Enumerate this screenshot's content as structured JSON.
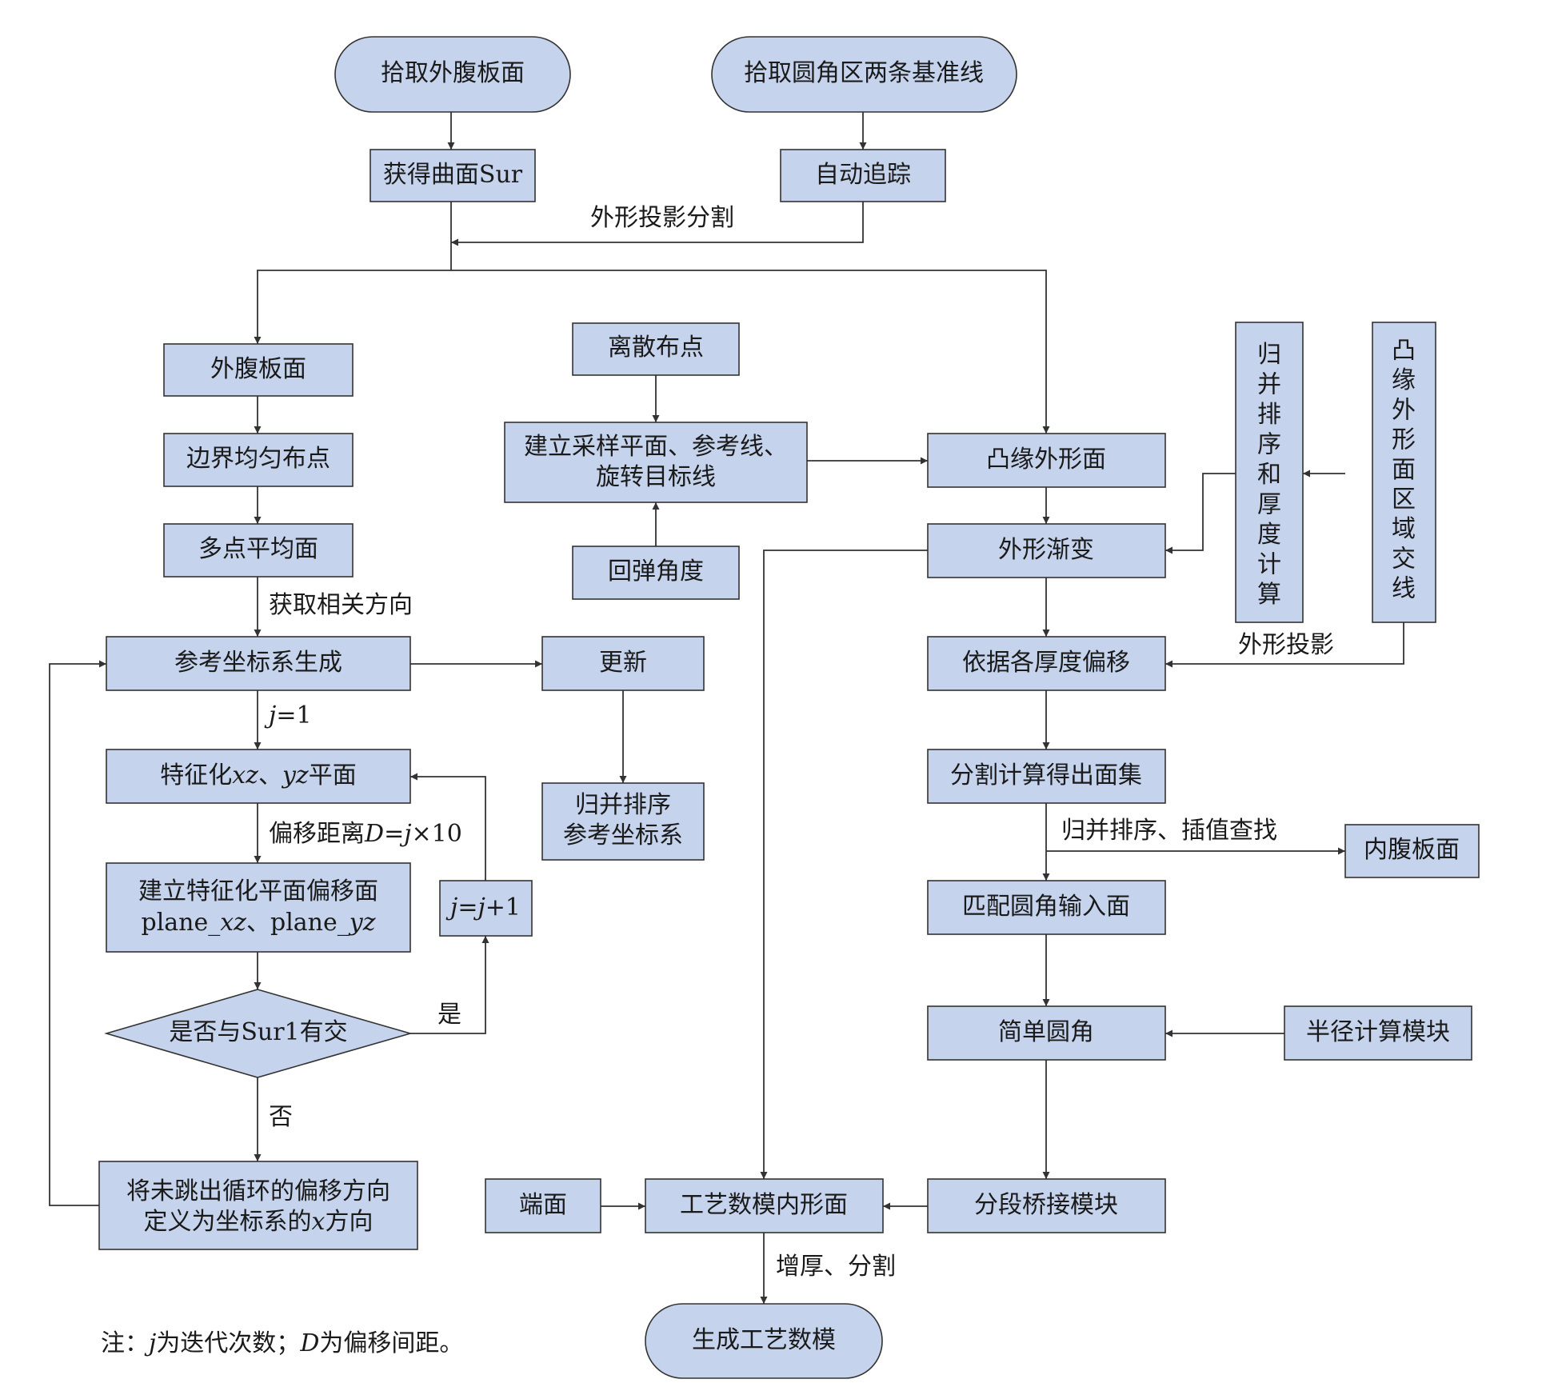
{
  "colors": {
    "node_fill": "#c5d3ec",
    "stroke": "#333333",
    "text": "#1a1a1a",
    "background": "#ffffff"
  },
  "nodes": {
    "pick_outer_web": "拾取外腹板面",
    "pick_ref_lines": "拾取圆角区两条基准线",
    "get_surface": "获得曲面Sur",
    "auto_track": "自动追踪",
    "outer_web": "外腹板面",
    "boundary_points": "边界均匀布点",
    "multi_point_avg": "多点平均面",
    "ref_cs_gen": "参考坐标系生成",
    "feature_plane": {
      "a": "特征化",
      "b": "xz",
      "c": "、",
      "d": "yz",
      "e": "平面"
    },
    "offset_plane": {
      "line1": "建立特征化平面偏移面",
      "a": "plane_",
      "b": "xz",
      "c": "、plane_",
      "d": "yz"
    },
    "decision": "是否与Sur1有交",
    "define_x": {
      "line1": "将未跳出循环的偏移方向",
      "a": "定义为坐标系的",
      "b": "x",
      "c": "方向"
    },
    "j_inc": {
      "a": "j",
      "b": "=",
      "c": "j",
      "d": "+1"
    },
    "update": "更新",
    "merge_sort_cs": {
      "line1": "归并排序",
      "line2": "参考坐标系"
    },
    "discrete_points": "离散布点",
    "build_sampling": {
      "line1": "建立采样平面、参考线、",
      "line2": "旋转目标线"
    },
    "springback": "回弹角度",
    "flange_outer": "凸缘外形面",
    "shape_gradient": "外形渐变",
    "offset_by_thickness": "依据各厚度偏移",
    "split_calc": "分割计算得出面集",
    "match_fillet": "匹配圆角输入面",
    "simple_fillet": "简单圆角",
    "segment_bridge": "分段桥接模块",
    "inner_shape": "工艺数模内形面",
    "end_face": "端面",
    "generate_model": "生成工艺数模",
    "inner_web": "内腹板面",
    "radius_calc": "半径计算模块",
    "merge_sort_thickness": "归并排序和厚度计算",
    "flange_intersection": "凸缘外形面区域交线"
  },
  "edge_labels": {
    "shape_projection_split": "外形投影分割",
    "get_directions": "获取相关方向",
    "j_init": {
      "a": "j",
      "b": "=1"
    },
    "offset_distance": {
      "a": "偏移距离",
      "b": "D",
      "c": "=",
      "d": "j",
      "e": "×10"
    },
    "yes": "是",
    "no": "否",
    "shape_projection": "外形投影",
    "merge_sort_interp": "归并排序、插值查找",
    "thicken_split": "增厚、分割"
  },
  "note": {
    "a": "注：",
    "b": "j",
    "c": "为迭代次数；",
    "d": "D",
    "e": "为偏移间距。"
  }
}
